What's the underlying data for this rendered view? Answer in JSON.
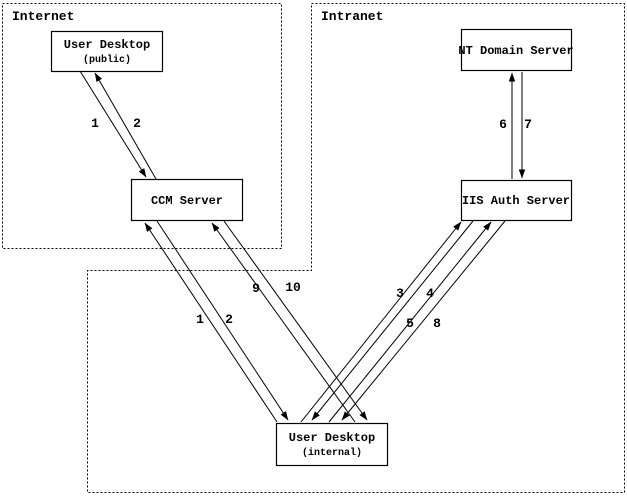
{
  "diagram": {
    "background_color": "#ffffff",
    "line_color": "#000000",
    "zones": [
      {
        "id": "internet",
        "label": "Internet"
      },
      {
        "id": "intranet",
        "label": "Intranet"
      }
    ],
    "nodes": [
      {
        "id": "user-desktop-public",
        "title": "User Desktop",
        "subtitle": "(public)",
        "zone": "internet"
      },
      {
        "id": "ccm-server",
        "title": "CCM Server",
        "subtitle": "",
        "zone": "internet"
      },
      {
        "id": "nt-domain-server",
        "title": "NT Domain Server",
        "subtitle": "",
        "zone": "intranet"
      },
      {
        "id": "iis-auth-server",
        "title": "IIS Auth Server",
        "subtitle": "",
        "zone": "intranet"
      },
      {
        "id": "user-desktop-internal",
        "title": "User Desktop",
        "subtitle": "(internal)",
        "zone": "intranet"
      }
    ],
    "edges": [
      {
        "step": "1",
        "from": "user-desktop-public",
        "to": "ccm-server"
      },
      {
        "step": "2",
        "from": "ccm-server",
        "to": "user-desktop-public"
      },
      {
        "step": "1",
        "from": "user-desktop-internal",
        "to": "ccm-server"
      },
      {
        "step": "2",
        "from": "ccm-server",
        "to": "user-desktop-internal"
      },
      {
        "step": "3",
        "from": "user-desktop-internal",
        "to": "iis-auth-server"
      },
      {
        "step": "4",
        "from": "iis-auth-server",
        "to": "user-desktop-internal"
      },
      {
        "step": "5",
        "from": "user-desktop-internal",
        "to": "iis-auth-server"
      },
      {
        "step": "8",
        "from": "iis-auth-server",
        "to": "user-desktop-internal"
      },
      {
        "step": "9",
        "from": "user-desktop-internal",
        "to": "ccm-server"
      },
      {
        "step": "10",
        "from": "ccm-server",
        "to": "user-desktop-internal"
      },
      {
        "step": "6",
        "from": "iis-auth-server",
        "to": "nt-domain-server"
      },
      {
        "step": "7",
        "from": "nt-domain-server",
        "to": "iis-auth-server"
      }
    ]
  }
}
